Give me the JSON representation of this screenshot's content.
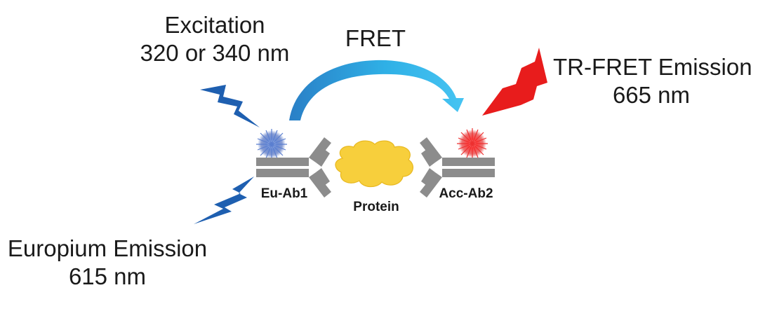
{
  "excitation": {
    "line1": "Excitation",
    "line2": "320 or 340 nm"
  },
  "fret": {
    "label": "FRET"
  },
  "tr_fret": {
    "line1": "TR-FRET Emission",
    "line2": "665 nm"
  },
  "europium": {
    "line1": "Europium Emission",
    "line2": "615 nm"
  },
  "antibody_left": {
    "label": "Eu-Ab1"
  },
  "antibody_right": {
    "label": "Acc-Ab2"
  },
  "protein": {
    "label": "Protein"
  },
  "colors": {
    "excitation_bolt": "#1e5fb0",
    "emission_bolt": "#e81c1c",
    "fret_arrow": "#29a8e0",
    "antibody": "#8c8c8c",
    "protein": "#f7cf3c",
    "europium_glow": "#4a6fc4",
    "acceptor_glow": "#e82020"
  }
}
